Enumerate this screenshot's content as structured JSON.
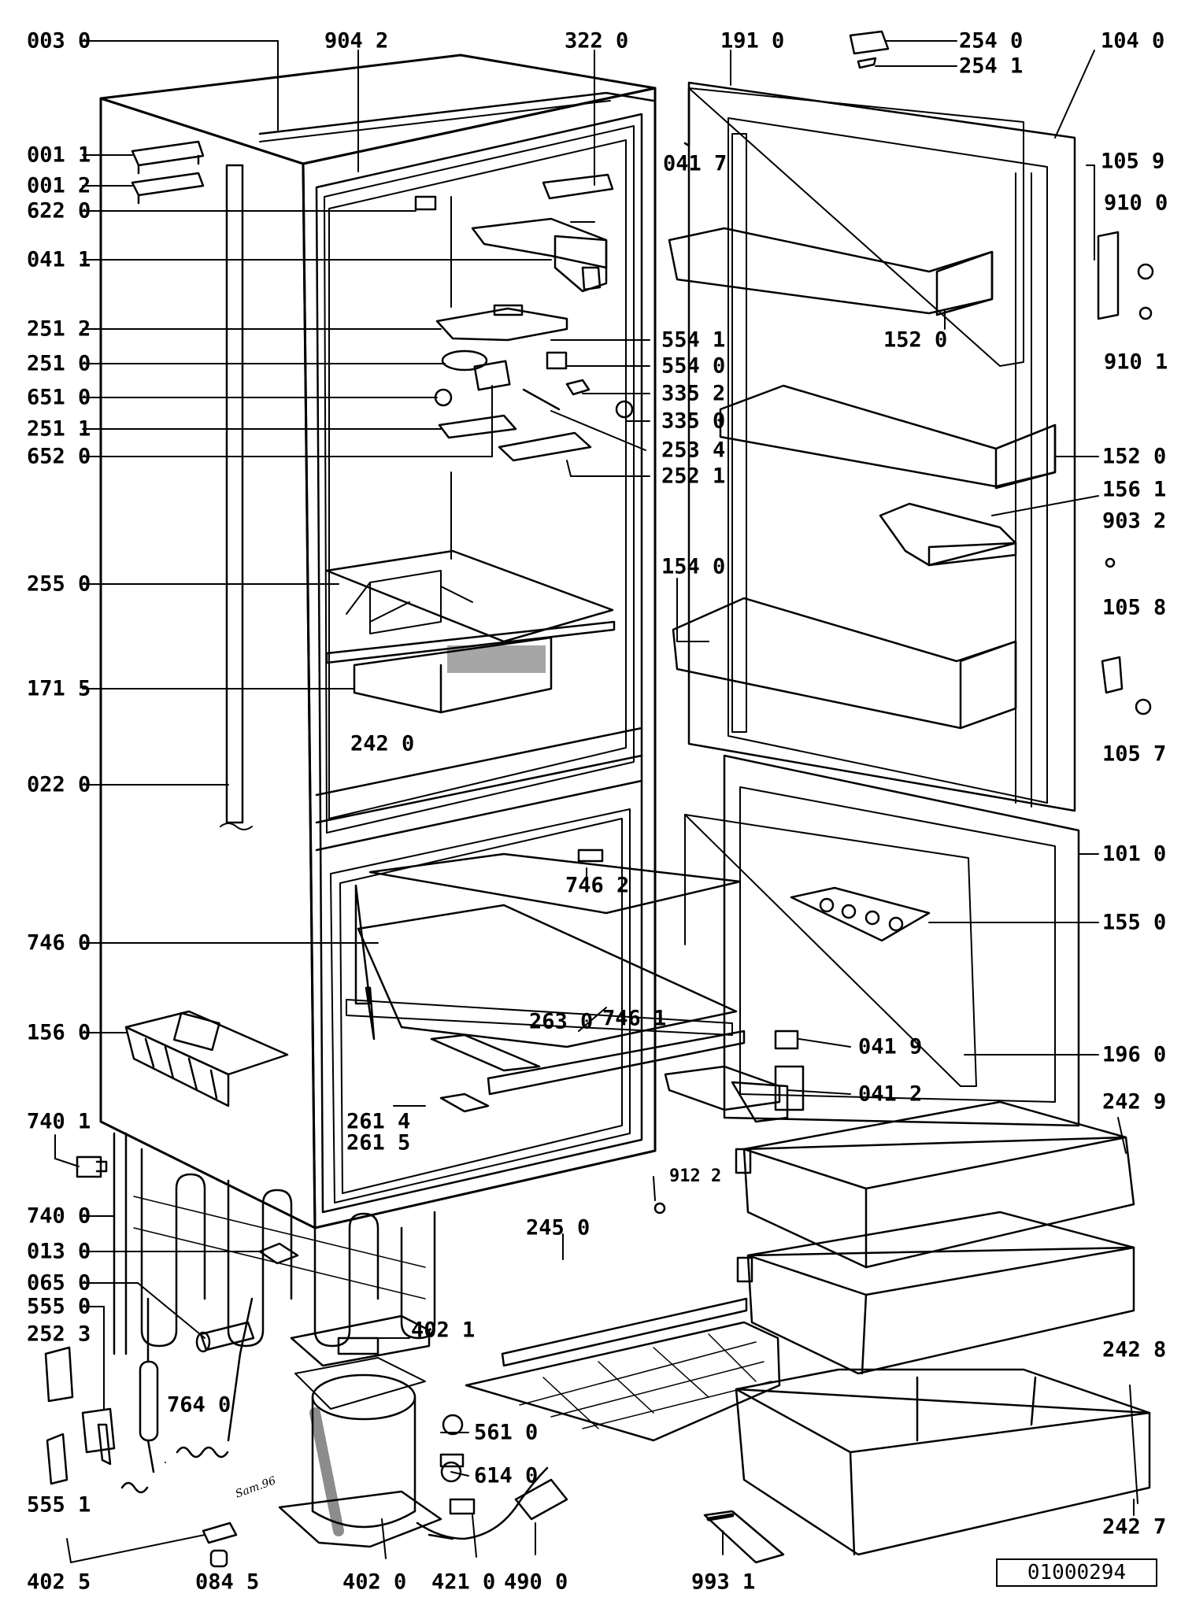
{
  "labels": {
    "p003_0": "003 0",
    "p904_2": "904 2",
    "p322_0": "322 0",
    "p191_0": "191 0",
    "p254_0": "254 0",
    "p254_1": "254 1",
    "p104_0": "104 0",
    "p001_1": "001 1",
    "p001_2": "001 2",
    "p622_0": "622 0",
    "p041_7": "041 7",
    "p105_9": "105 9",
    "p910_0": "910 0",
    "p910_1": "910 1",
    "p041_1": "041 1",
    "p251_2": "251 2",
    "p554_1": "554 1",
    "p152_0_a": "152 0",
    "p251_0": "251 0",
    "p554_0": "554 0",
    "p651_0": "651 0",
    "p335_2": "335 2",
    "p251_1": "251 1",
    "p335_0": "335 0",
    "p652_0": "652 0",
    "p253_4": "253 4",
    "p152_0_b": "152 0",
    "p252_1": "252 1",
    "p156_1": "156 1",
    "p903_2": "903 2",
    "p154_0": "154 0",
    "p255_0": "255 0",
    "p105_8": "105 8",
    "p171_5": "171 5",
    "p242_0": "242 0",
    "p105_7": "105 7",
    "p022_0": "022 0",
    "p101_0": "101 0",
    "p746_2": "746 2",
    "p155_0": "155 0",
    "p746_0": "746 0",
    "p156_0": "156 0",
    "p263_0": "263 0",
    "p746_1": "746 1",
    "p041_9": "041 9",
    "p196_0": "196 0",
    "p041_2": "041 2",
    "p242_9": "242 9",
    "p740_1": "740 1",
    "p261_4": "261 4",
    "p261_5": "261 5",
    "p912_2": "912 2",
    "p740_0": "740 0",
    "p013_0": "013 0",
    "p245_0": "245 0",
    "p065_0": "065 0",
    "p555_0": "555 0",
    "p402_1": "402 1",
    "p252_3": "252 3",
    "p242_8": "242 8",
    "p764_0": "764 0",
    "p561_0": "561 0",
    "p614_0": "614 0",
    "p555_1": "555 1",
    "p242_7": "242 7",
    "p402_5": "402 5",
    "p084_5": "084 5",
    "p402_0": "402 0",
    "p421_0": "421 0",
    "p490_0": "490 0",
    "p993_1": "993 1"
  },
  "doc_number": "01000294",
  "signature": "Sam.96"
}
